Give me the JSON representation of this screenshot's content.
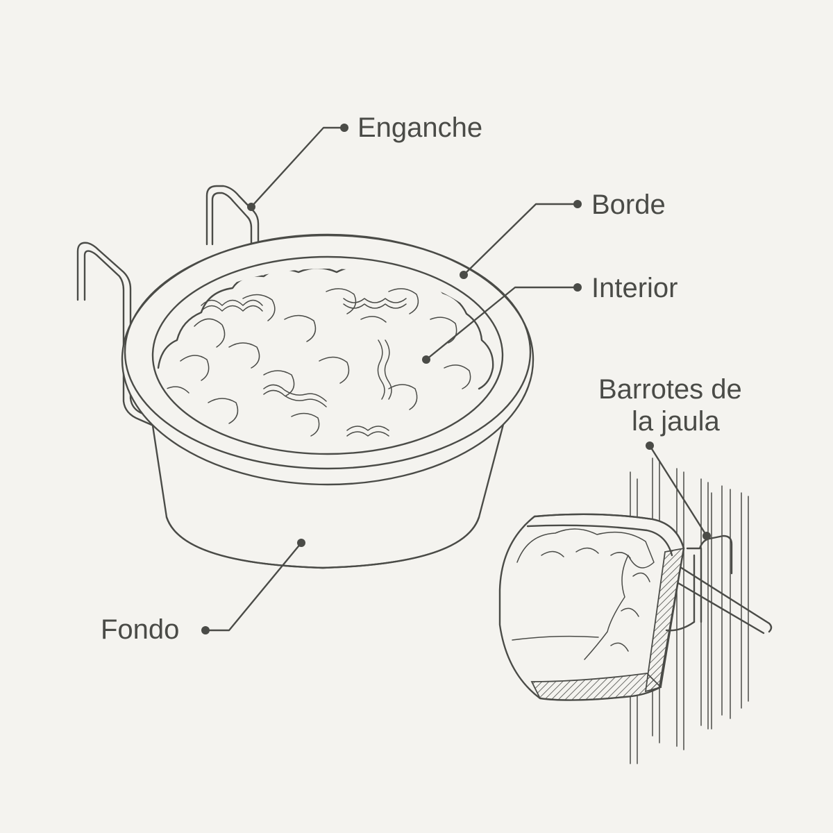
{
  "labels": {
    "hook": "Enganche",
    "rim": "Borde",
    "interior": "Interior",
    "cage_bars_line1": "Barrotes de",
    "cage_bars_line2": "la jaula",
    "bottom": "Fondo"
  },
  "colors": {
    "background": "#f4f3ef",
    "ink": "#4a4b47"
  }
}
